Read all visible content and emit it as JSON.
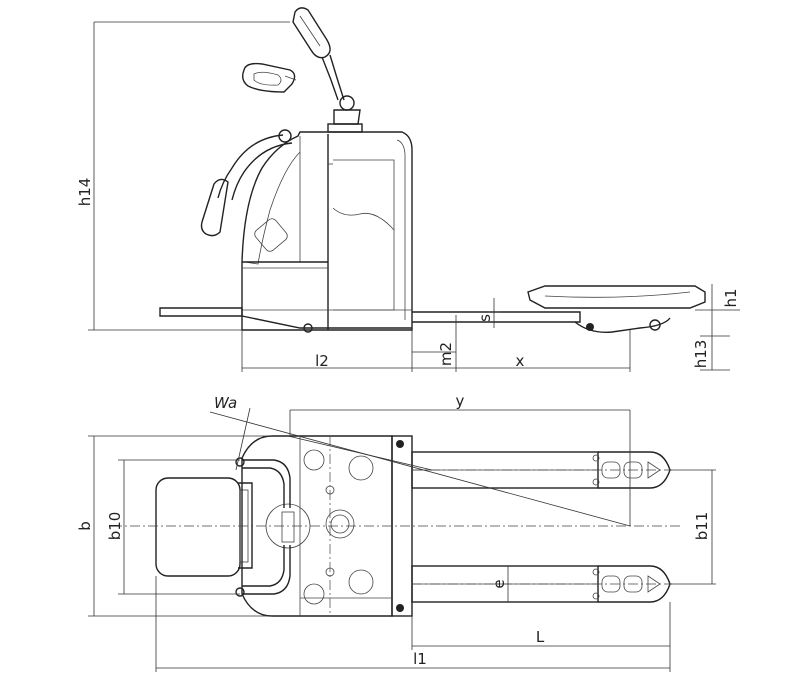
{
  "side_view": {
    "labels": {
      "h14": "h14",
      "h1": "h1",
      "s": "s",
      "h13": "h13",
      "l2": "l2",
      "m2": "m2",
      "x": "x"
    }
  },
  "top_view": {
    "labels": {
      "wa": "Wa",
      "y": "y",
      "b": "b",
      "b10": "b10",
      "e": "e",
      "b11": "b11",
      "L": "L",
      "l1": "l1"
    }
  }
}
